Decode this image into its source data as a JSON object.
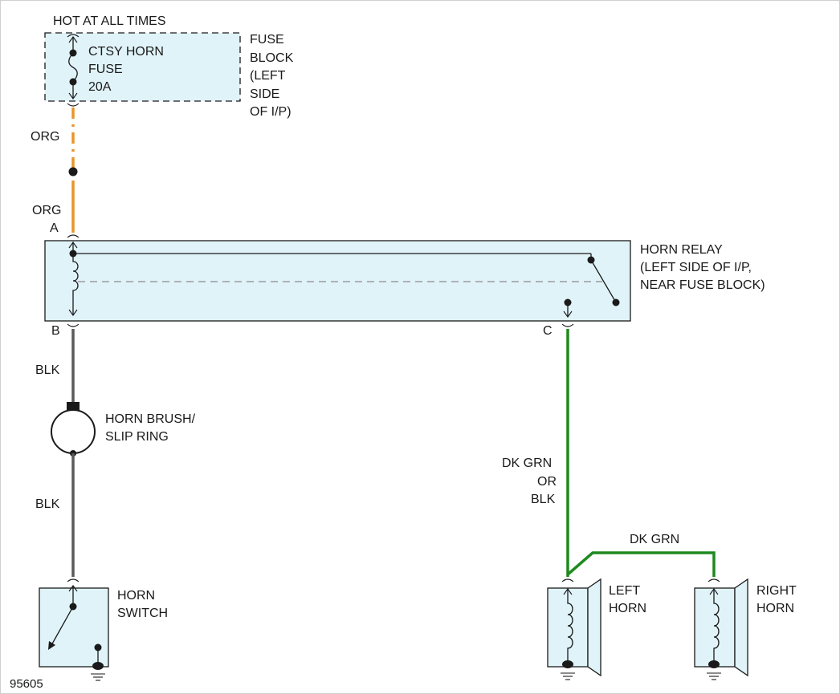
{
  "labels": {
    "hot_at_all_times": "HOT AT ALL TIMES",
    "fuse_line1": "CTSY HORN",
    "fuse_line2": "FUSE",
    "fuse_line3": "20A",
    "fuse_block_line1": "FUSE",
    "fuse_block_line2": "BLOCK",
    "fuse_block_line3": "(LEFT",
    "fuse_block_line4": "SIDE",
    "fuse_block_line5": "OF I/P)",
    "wire_org_1": "ORG",
    "wire_org_2": "ORG",
    "terminal_a": "A",
    "relay_line1": "HORN RELAY",
    "relay_line2": "(LEFT SIDE OF I/P,",
    "relay_line3": "NEAR FUSE BLOCK)",
    "terminal_b": "B",
    "terminal_c": "C",
    "wire_blk_1": "BLK",
    "brush_line1": "HORN BRUSH/",
    "brush_line2": "SLIP RING",
    "wire_blk_2": "BLK",
    "switch_line1": "HORN",
    "switch_line2": "SWITCH",
    "wire_dkgrn_or_blk_line1": "DK GRN",
    "wire_dkgrn_or_blk_line2": "OR",
    "wire_dkgrn_or_blk_line3": "BLK",
    "wire_dkgrn": "DK GRN",
    "left_horn_line1": "LEFT",
    "left_horn_line2": "HORN",
    "right_horn_line1": "RIGHT",
    "right_horn_line2": "HORN",
    "diagram_number": "95605"
  },
  "colors": {
    "wire_org": "#e8952a",
    "wire_blk": "#5a5a5a",
    "wire_dkgrn": "#1f8a1f",
    "component_fill": "#e0f3f9",
    "line": "#1a1a1a"
  }
}
